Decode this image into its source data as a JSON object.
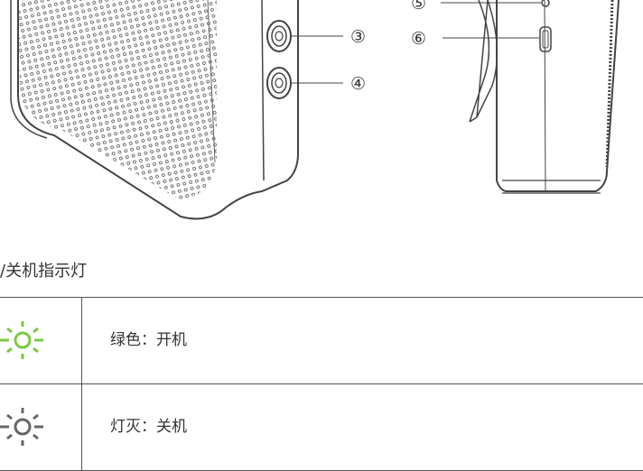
{
  "callouts": [
    {
      "number": "③"
    },
    {
      "number": "④"
    },
    {
      "number": "⑤"
    },
    {
      "number": "⑥"
    }
  ],
  "section": {
    "title": "/关机指示灯"
  },
  "indicator_table": {
    "rows": [
      {
        "icon": "light-on-icon",
        "color": "#7ac943",
        "text": "绿色：开机"
      },
      {
        "icon": "light-off-icon",
        "color": "#666666",
        "text": "灯灭：关机"
      }
    ]
  }
}
